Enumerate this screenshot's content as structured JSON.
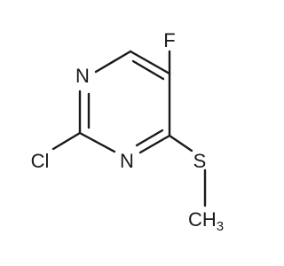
{
  "molecule": {
    "atoms": {
      "n_top": "N",
      "n_bottom": "N",
      "fluorine": "F",
      "chlorine": "Cl",
      "sulfur": "S",
      "methyl_c": "CH",
      "methyl_sub": "3"
    }
  },
  "colors": {
    "bond": "#1a1a1a",
    "background": "#ffffff"
  }
}
